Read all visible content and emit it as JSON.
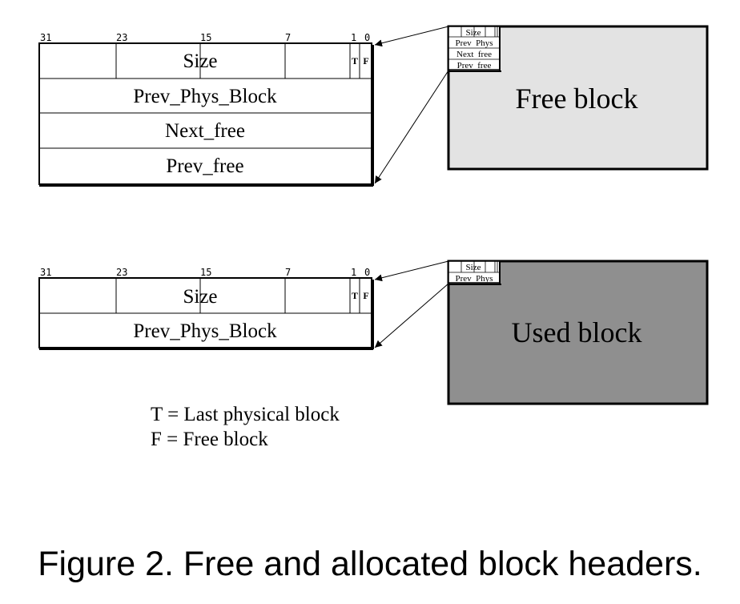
{
  "bit_labels": [
    "31",
    "23",
    "15",
    "7",
    "1",
    "0"
  ],
  "flags": {
    "t": "T",
    "f": "F"
  },
  "free_header": {
    "fields": [
      "Size",
      "Prev_Phys_Block",
      "Next_free",
      "Prev_free"
    ]
  },
  "used_header": {
    "fields": [
      "Size",
      "Prev_Phys_Block"
    ]
  },
  "free_block": {
    "label": "Free block",
    "mini_fields": [
      "Size",
      "Prev  Phys",
      "Next  free",
      "Prev  free"
    ],
    "fill": "#e3e3e3"
  },
  "used_block": {
    "label": "Used block",
    "mini_fields": [
      "Size",
      "Prev  Phys"
    ],
    "fill": "#8f8f8f"
  },
  "legend": [
    "T = Last physical block",
    "F = Free block"
  ],
  "caption": "Figure 2. Free and allocated block headers."
}
